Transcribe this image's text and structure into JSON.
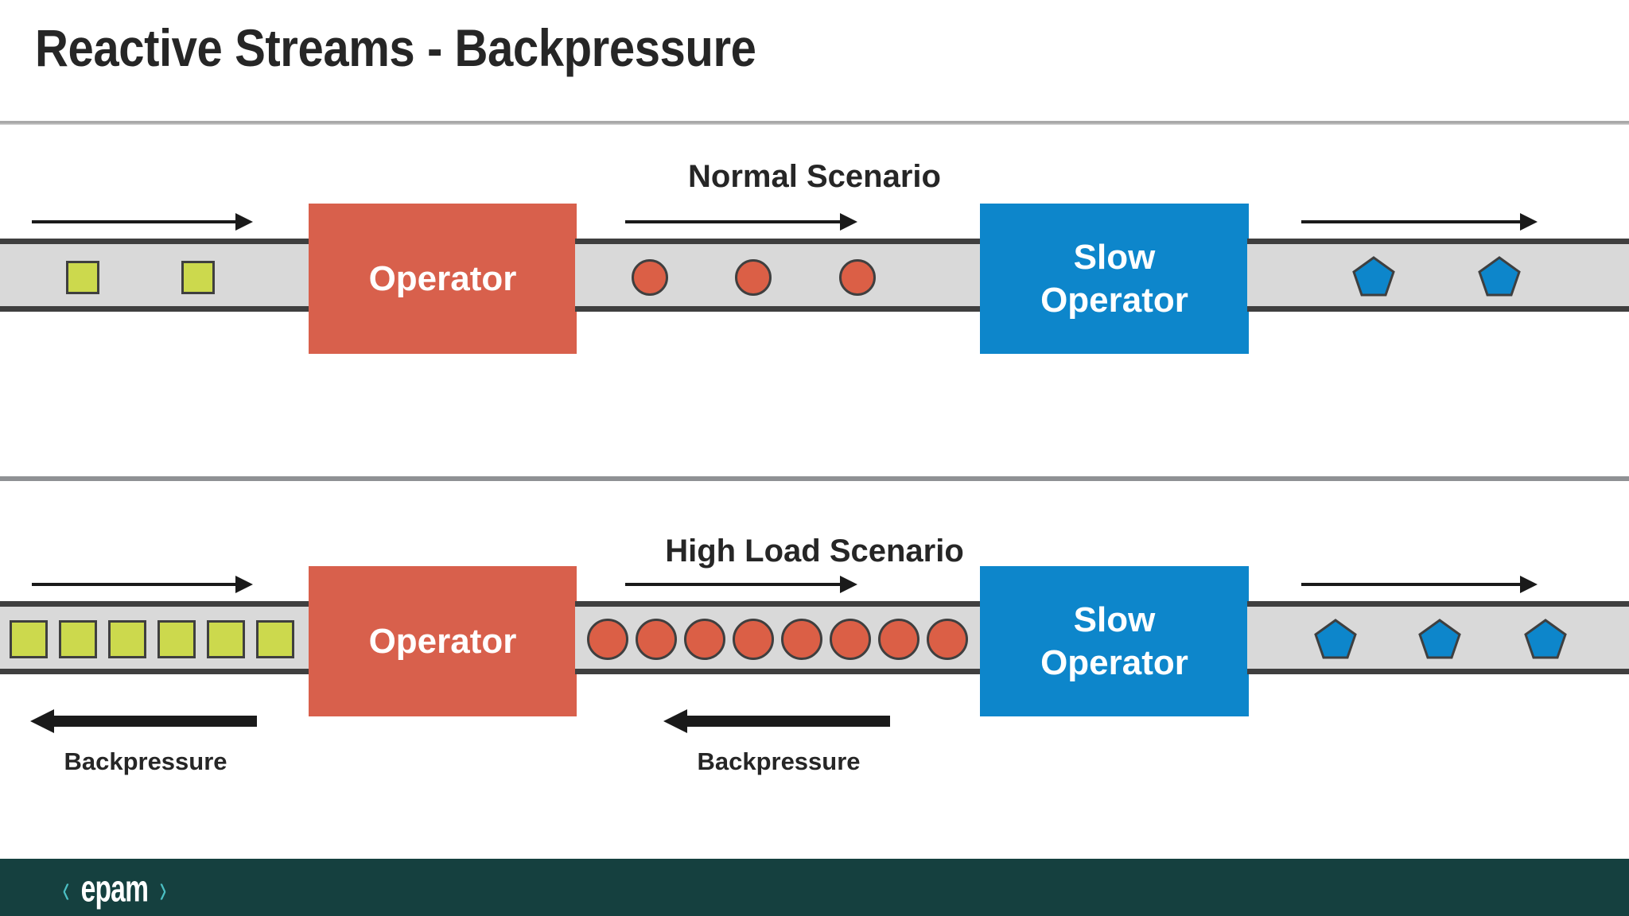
{
  "slide": {
    "title": "Reactive Streams - Backpressure",
    "background_color": "#ffffff"
  },
  "colors": {
    "operator_red": "#d8604c",
    "slow_operator_blue": "#0d86cb",
    "belt_fill": "#d9d9d9",
    "belt_edge": "#3f3f3f",
    "square_item": "#ccd94d",
    "circle_item": "#db5f46",
    "pentagon_item": "#0d86cb",
    "footer_teal": "#15403f",
    "logo_accent": "#4bbfc3",
    "divider_gray": "#8f9194",
    "text_dark": "#262626"
  },
  "scenarios": [
    {
      "id": "normal",
      "heading": "Normal Scenario",
      "segments": [
        {
          "id": "source",
          "arrow_label": "flow-right",
          "item_shape": "square",
          "item_count": 2,
          "item_color": "#ccd94d"
        },
        {
          "id": "after-operator",
          "arrow_label": "flow-right",
          "item_shape": "circle",
          "item_count": 3,
          "item_color": "#db5f46"
        },
        {
          "id": "after-slow-operator",
          "arrow_label": "flow-right",
          "item_shape": "pentagon",
          "item_count": 2,
          "item_color": "#0d86cb"
        }
      ],
      "operators": [
        {
          "id": "operator",
          "label": "Operator",
          "color": "#d8604c"
        },
        {
          "id": "slow-operator",
          "label": "Slow\nOperator",
          "line1": "Slow",
          "line2": "Operator",
          "color": "#0d86cb"
        }
      ],
      "backpressure": []
    },
    {
      "id": "highload",
      "heading": "High Load Scenario",
      "segments": [
        {
          "id": "source",
          "arrow_label": "flow-right",
          "item_shape": "square",
          "item_count": 6,
          "item_color": "#ccd94d"
        },
        {
          "id": "after-operator",
          "arrow_label": "flow-right",
          "item_shape": "circle",
          "item_count": 8,
          "item_color": "#db5f46"
        },
        {
          "id": "after-slow-operator",
          "arrow_label": "flow-right",
          "item_shape": "pentagon",
          "item_count": 3,
          "item_color": "#0d86cb"
        }
      ],
      "operators": [
        {
          "id": "operator",
          "label": "Operator",
          "color": "#d8604c"
        },
        {
          "id": "slow-operator",
          "label": "Slow\nOperator",
          "line1": "Slow",
          "line2": "Operator",
          "color": "#0d86cb"
        }
      ],
      "backpressure": [
        {
          "id": "bp-source",
          "label": "Backpressure",
          "direction": "left"
        },
        {
          "id": "bp-middle",
          "label": "Backpressure",
          "direction": "left"
        }
      ]
    }
  ],
  "footer": {
    "logo": {
      "open_bracket": "‹",
      "wordmark": "epam",
      "close_bracket": "›"
    }
  }
}
